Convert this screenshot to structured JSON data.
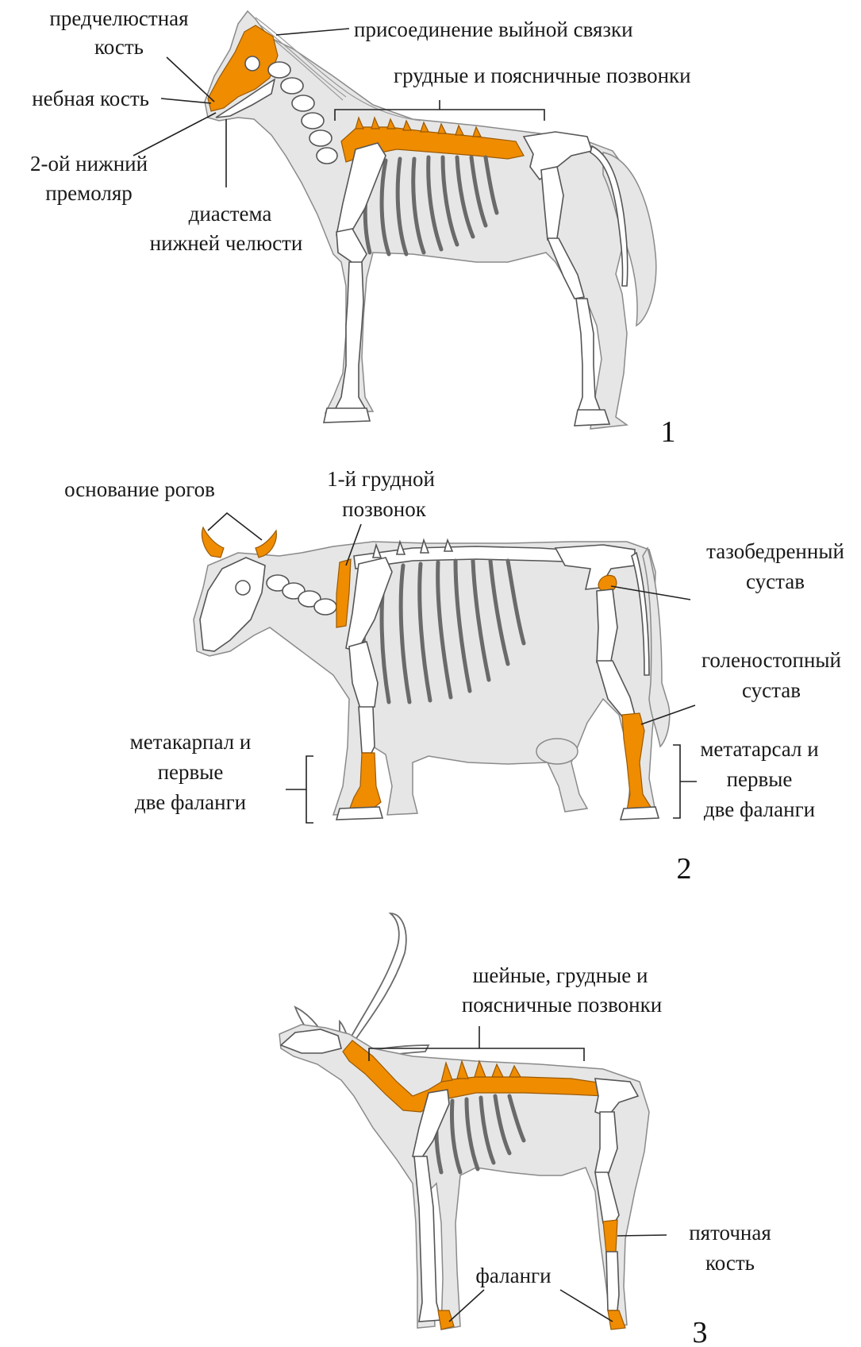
{
  "colors": {
    "highlight": "#f08c00",
    "body": "#e6e6e6",
    "bone": "#ffffff",
    "text": "#1a1a1a"
  },
  "figures": [
    {
      "number": "1",
      "labels": {
        "premaxilla_1": "предчелюстная",
        "premaxilla_2": "кость",
        "palatine": "небная кость",
        "premolar_1": "2-ой нижний",
        "premolar_2": "премоляр",
        "diastema_1": "диастема",
        "diastema_2": "нижней челюсти",
        "nuchal": "присоединение выйной связки",
        "thoracolumbar": "грудные и поясничные позвонки"
      }
    },
    {
      "number": "2",
      "labels": {
        "horns": "основание рогов",
        "first_thoracic_1": "1-й грудной",
        "first_thoracic_2": "позвонок",
        "hip_1": "тазобедренный",
        "hip_2": "сустав",
        "ankle_1": "голеностопный",
        "ankle_2": "сустав",
        "metacarpal_1": "метакарпал и",
        "metacarpal_2": "первые",
        "metacarpal_3": "две фаланги",
        "metatarsal_1": "метатарсал и",
        "metatarsal_2": "первые",
        "metatarsal_3": "две фаланги"
      }
    },
    {
      "number": "3",
      "labels": {
        "vertebrae_1": "шейные, грудные и",
        "vertebrae_2": "поясничные позвонки",
        "calcaneus_1": "пяточная",
        "calcaneus_2": "кость",
        "phalanges": "фаланги"
      }
    }
  ]
}
